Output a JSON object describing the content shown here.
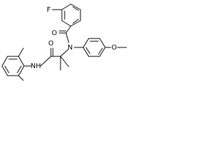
{
  "structure": {
    "atoms": {
      "F": "F",
      "O_carbonyl_top": "O",
      "N_center": "N",
      "O_methoxy": "O",
      "NH": "NH",
      "O_amide": "O"
    },
    "colors": {
      "bond": "#000000",
      "label": "#000000",
      "background": "#ffffff"
    }
  }
}
